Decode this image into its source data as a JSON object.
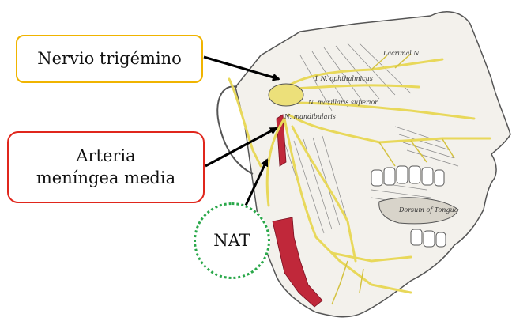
{
  "labels": {
    "trigemino": "Nervio trigémino",
    "arteria_line1": "Arteria",
    "arteria_line2": "meníngea media",
    "nat": "NAT"
  },
  "illustration_text": {
    "n_ophthalmicus": "1 N. ophthalmicus",
    "lacrimal": "Lacrimal N.",
    "n_maxillaris": "N. maxillaris superior",
    "n_mandibularis": "N. mandibularis",
    "dorsum": "Dorsum of Tongue"
  },
  "colors": {
    "trigemino_border": "#f0b400",
    "arteria_border": "#e0261c",
    "nat_border": "#2aa84a",
    "nerve": "#e8d85a",
    "artery": "#c0283a",
    "ink": "#555555"
  }
}
